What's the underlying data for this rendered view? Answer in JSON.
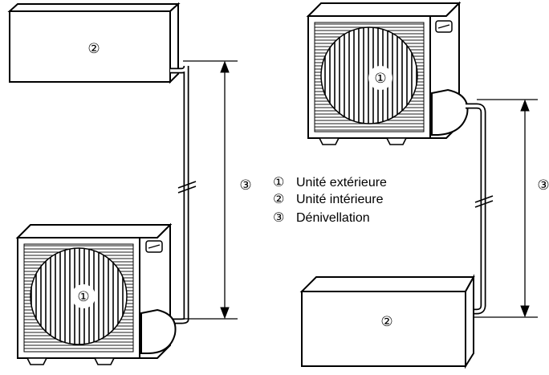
{
  "markers": {
    "outdoor": "①",
    "indoor": "②",
    "height": "③"
  },
  "legend": [
    {
      "marker": "①",
      "label": "Unité extérieure"
    },
    {
      "marker": "②",
      "label": "Unité intérieure"
    },
    {
      "marker": "③",
      "label": "Dénivellation"
    }
  ]
}
